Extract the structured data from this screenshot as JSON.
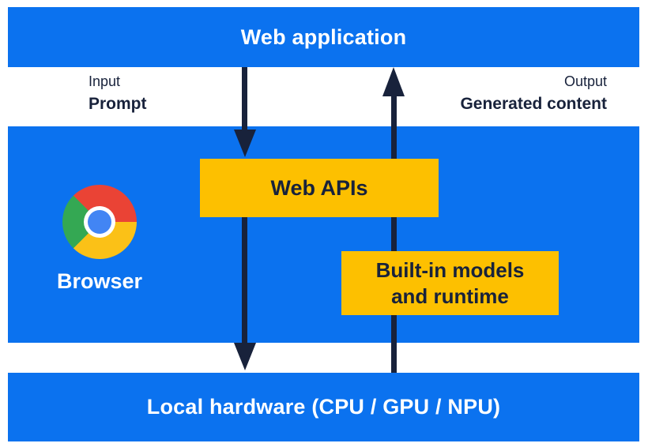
{
  "title_bar": {
    "label": "Web application"
  },
  "io_labels": {
    "input_title": "Input",
    "input_value": "Prompt",
    "output_title": "Output",
    "output_value": "Generated content"
  },
  "browser": {
    "label": "Browser",
    "icon": "chrome-icon"
  },
  "boxes": {
    "web_apis": "Web APIs",
    "built_in_line1": "Built-in models",
    "built_in_line2": "and runtime"
  },
  "hardware_bar": {
    "label": "Local hardware (CPU / GPU / NPU)"
  },
  "arrows": {
    "down": "input-flow-arrow-down",
    "up": "output-flow-arrow-up"
  },
  "colors": {
    "band_blue": "#0b72ef",
    "box_yellow": "#fdc000",
    "ink_navy": "#18223b",
    "text_white": "#ffffff",
    "chrome_red": "#ea4335",
    "chrome_green": "#34a853",
    "chrome_yellow": "#fbc117",
    "chrome_blue": "#4285f4"
  }
}
